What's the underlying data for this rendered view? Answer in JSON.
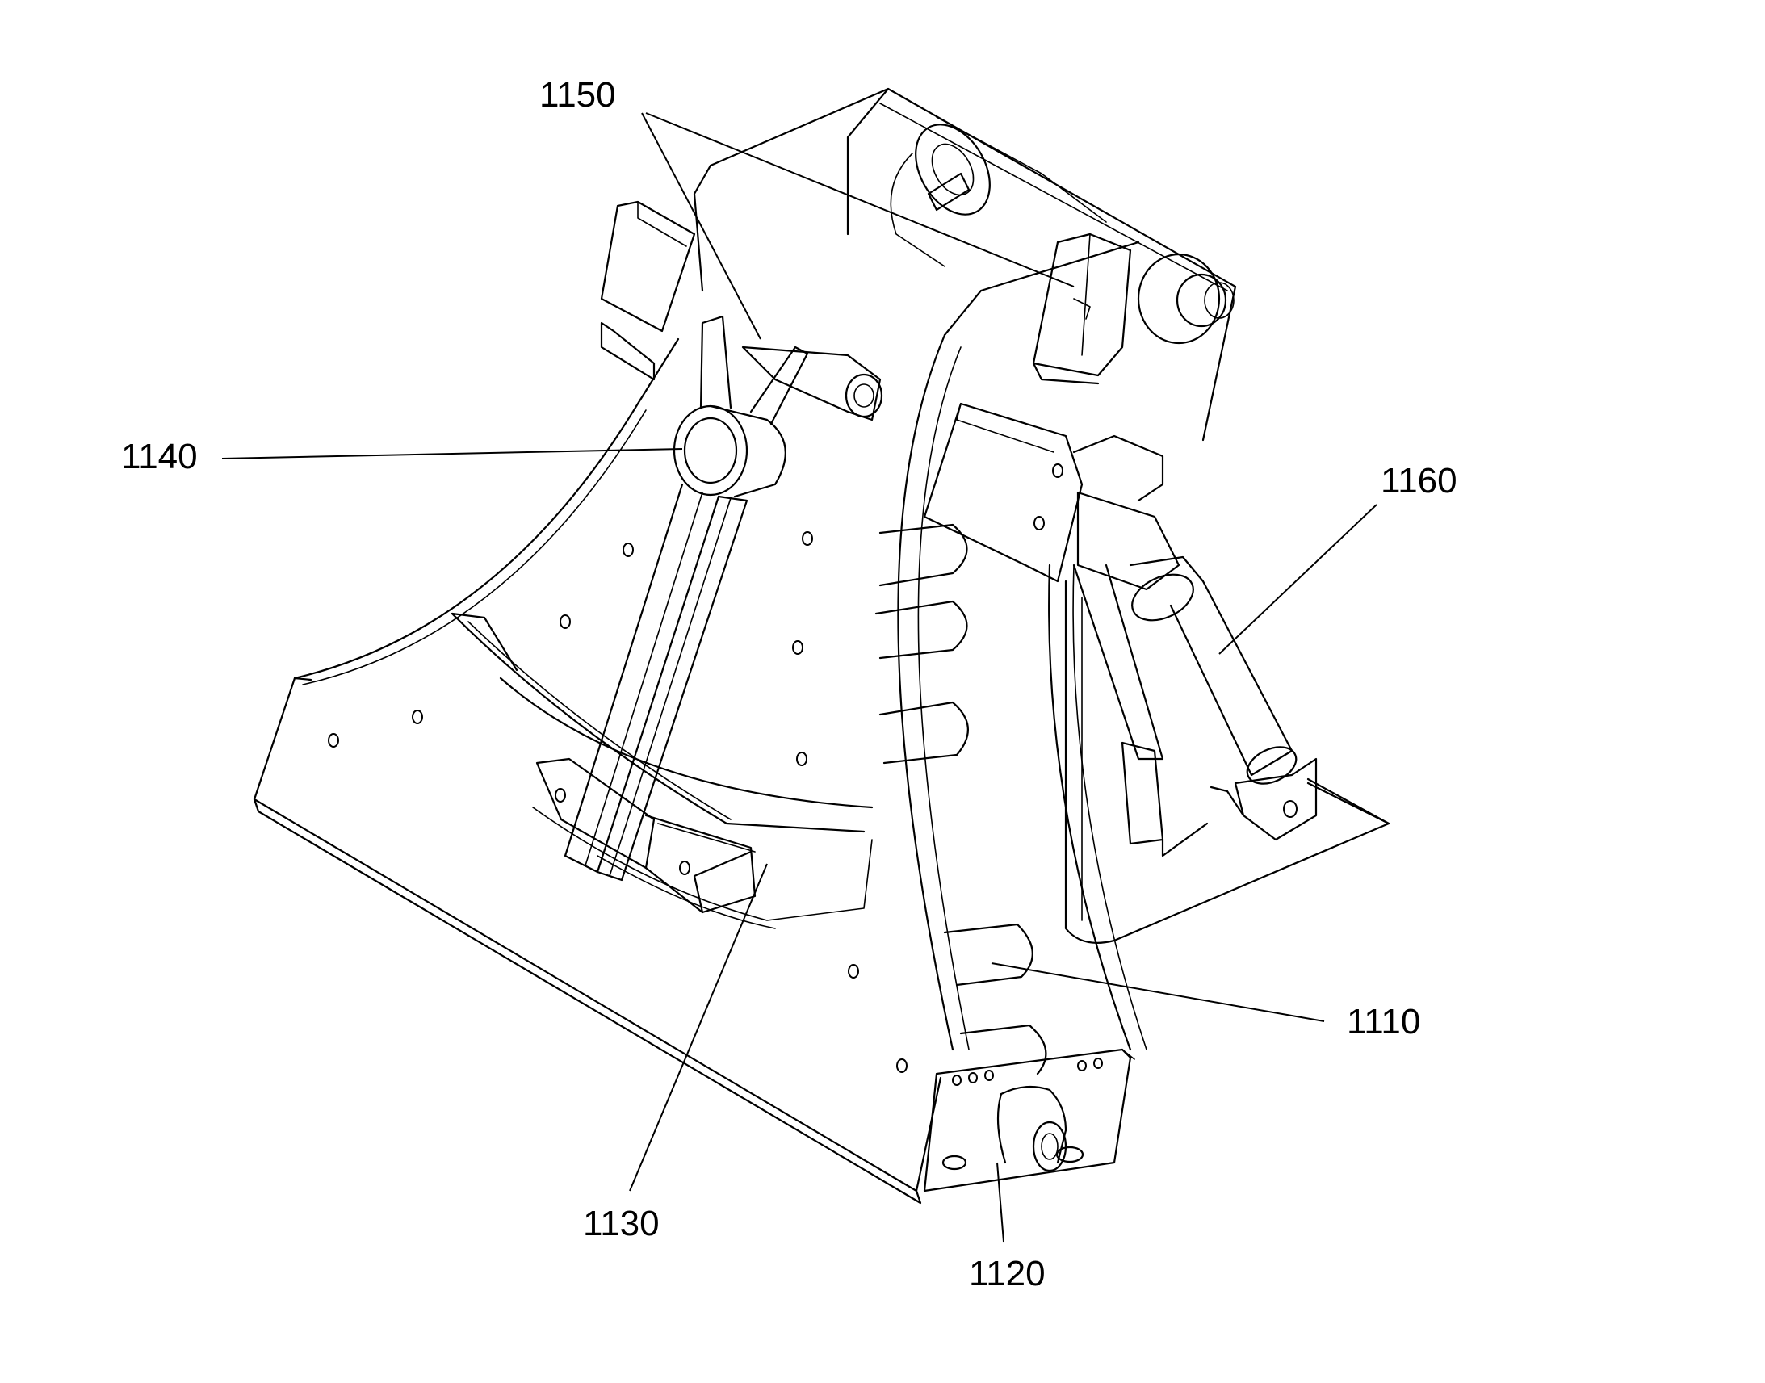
{
  "labels": {
    "l1150": "1150",
    "l1140": "1140",
    "l1160": "1160",
    "l1110": "1110",
    "l1130": "1130",
    "l1120": "1120"
  },
  "colors": {
    "line": "#000000",
    "background": "#ffffff"
  }
}
